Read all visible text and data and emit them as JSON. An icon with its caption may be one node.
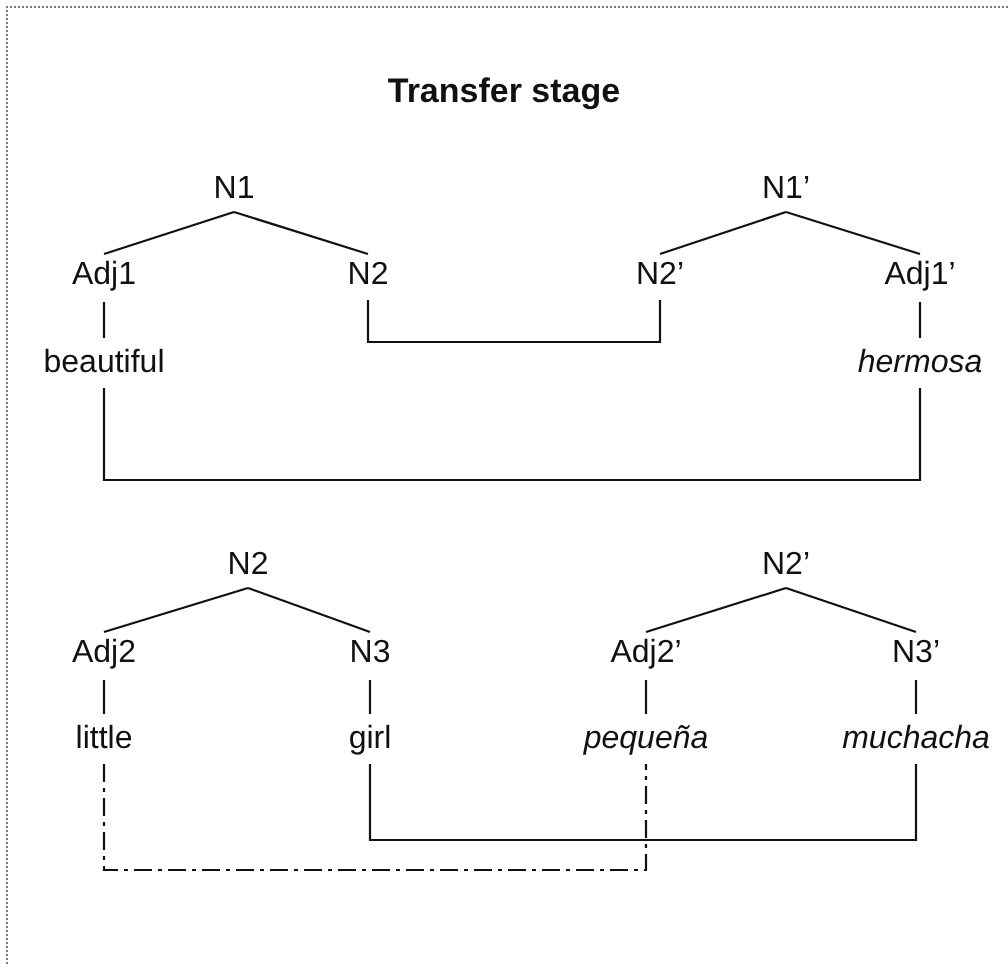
{
  "diagram": {
    "title": "Transfer stage",
    "nodes": [
      {
        "text": [
          "N1"
        ]
      },
      {
        "text": [
          "N1’"
        ]
      },
      {
        "text": [
          "Adj1"
        ]
      },
      {
        "text": [
          "N2"
        ]
      },
      {
        "text": [
          "N2’"
        ]
      },
      {
        "text": [
          "Adj1’"
        ]
      },
      {
        "text": [
          "beautiful"
        ]
      },
      {
        "text": [
          "hermosa"
        ]
      },
      {
        "text": [
          "N2"
        ]
      },
      {
        "text": [
          "N2’"
        ]
      },
      {
        "text": [
          "Adj2"
        ]
      },
      {
        "text": [
          "N3"
        ]
      },
      {
        "text": [
          "Adj2’"
        ]
      },
      {
        "text": [
          "N3’"
        ]
      },
      {
        "text": [
          "little"
        ]
      },
      {
        "text": [
          "girl"
        ]
      },
      {
        "text": [
          "pequeña"
        ]
      },
      {
        "text": [
          "muchacha"
        ]
      }
    ],
    "edges": [
      {
        "from": 0,
        "to": 2,
        "arrow": "none"
      },
      {
        "from": 0,
        "to": 3,
        "arrow": "none"
      },
      {
        "from": 1,
        "to": 4,
        "arrow": "none"
      },
      {
        "from": 1,
        "to": 5,
        "arrow": "none"
      },
      {
        "from": 2,
        "to": 6,
        "arrow": "none"
      },
      {
        "from": 5,
        "to": 7,
        "arrow": "none"
      },
      {
        "from": 3,
        "to": 4,
        "arrow": "none"
      },
      {
        "from": 6,
        "to": 7,
        "arrow": "none"
      },
      {
        "from": 8,
        "to": 10,
        "arrow": "none"
      },
      {
        "from": 8,
        "to": 11,
        "arrow": "none"
      },
      {
        "from": 9,
        "to": 12,
        "arrow": "none"
      },
      {
        "from": 9,
        "to": 13,
        "arrow": "none"
      },
      {
        "from": 10,
        "to": 14,
        "arrow": "none"
      },
      {
        "from": 11,
        "to": 15,
        "arrow": "none"
      },
      {
        "from": 12,
        "to": 16,
        "arrow": "none"
      },
      {
        "from": 13,
        "to": 17,
        "arrow": "none"
      },
      {
        "from": 15,
        "to": 17,
        "arrow": "none"
      },
      {
        "from": 14,
        "to": 16,
        "arrow": "none",
        "style": "dashed"
      }
    ]
  }
}
